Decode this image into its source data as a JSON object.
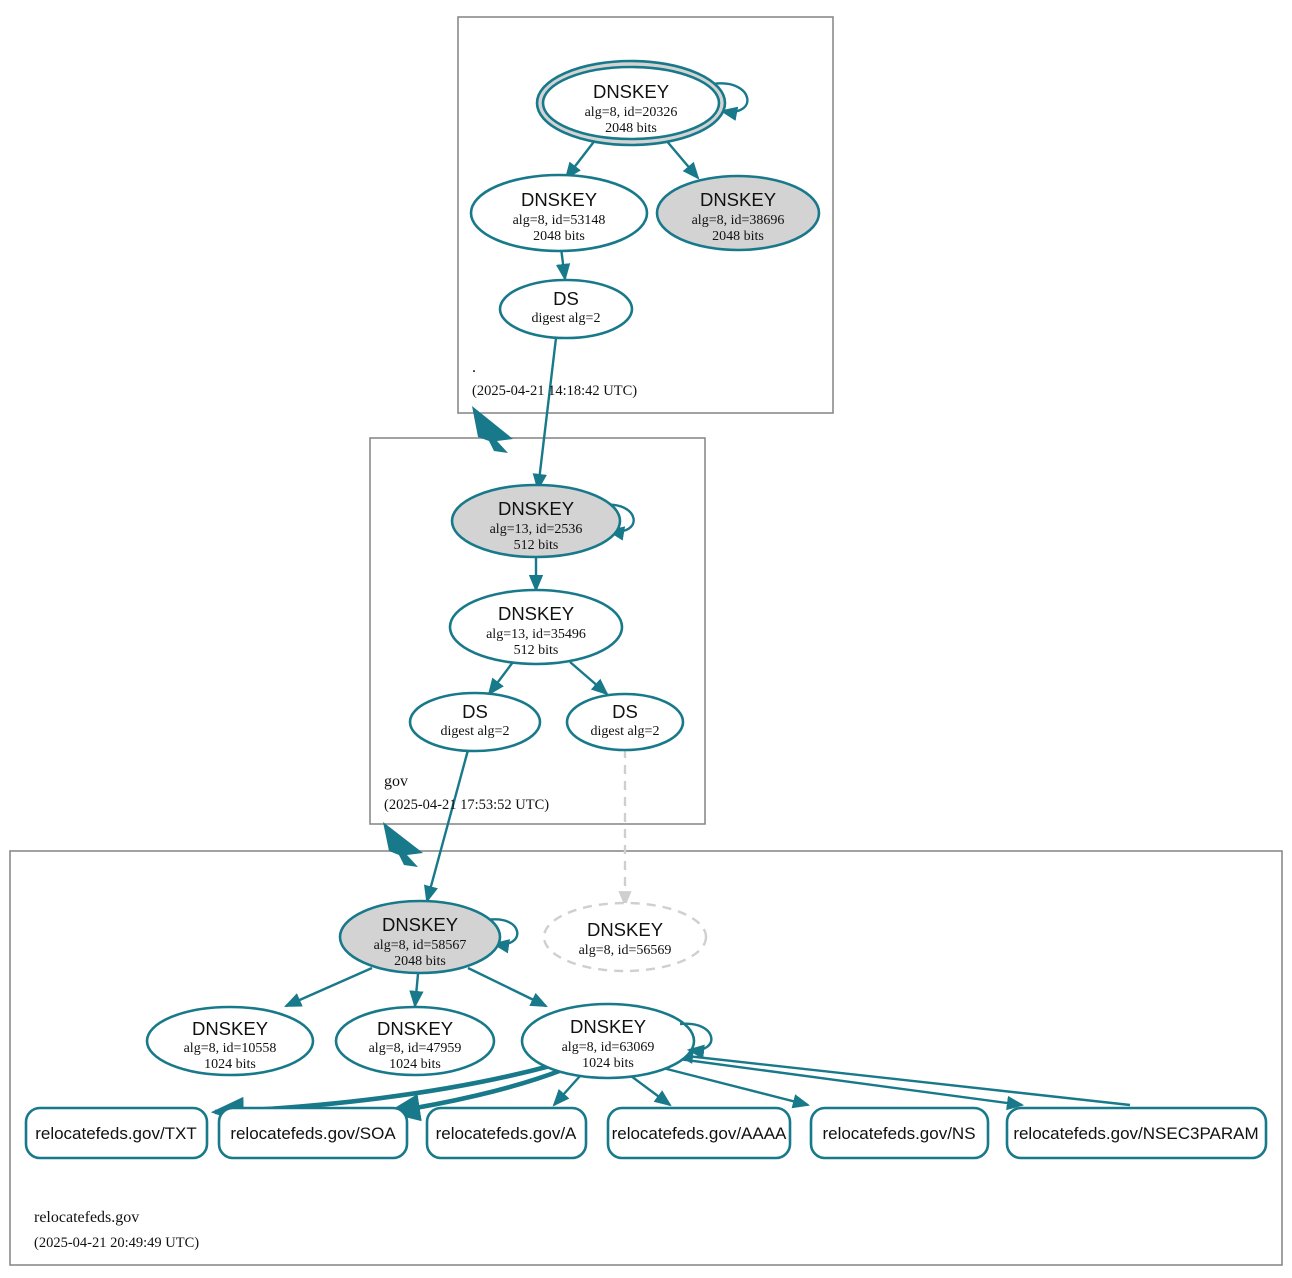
{
  "diagram": {
    "kind": "dnssec-authentication-chain",
    "colors": {
      "accent_teal": "#17798a",
      "secure_key_fill": "#d3d3d3",
      "insecure_grey": "#cfcfcf",
      "zone_border": "#8a8a8a",
      "background": "#ffffff"
    }
  },
  "zones": [
    {
      "id": "root",
      "name": ".",
      "timestamp": "(2025-04-21 14:18:42 UTC)",
      "nodes": [
        {
          "id": "r-ksk",
          "type": "DNSKEY",
          "title": "DNSKEY",
          "params": "alg=8, id=20326",
          "bits": "2048 bits",
          "style": "trust-anchor-filled"
        },
        {
          "id": "r-zsk1",
          "type": "DNSKEY",
          "title": "DNSKEY",
          "params": "alg=8, id=53148",
          "bits": "2048 bits",
          "style": "plain"
        },
        {
          "id": "r-zsk2",
          "type": "DNSKEY",
          "title": "DNSKEY",
          "params": "alg=8, id=38696",
          "bits": "2048 bits",
          "style": "filled"
        },
        {
          "id": "r-ds",
          "type": "DS",
          "title": "DS",
          "params": "digest alg=2",
          "bits": "",
          "style": "plain"
        }
      ]
    },
    {
      "id": "gov",
      "name": "gov",
      "timestamp": "(2025-04-21 17:53:52 UTC)",
      "nodes": [
        {
          "id": "g-ksk",
          "type": "DNSKEY",
          "title": "DNSKEY",
          "params": "alg=13, id=2536",
          "bits": "512 bits",
          "style": "filled"
        },
        {
          "id": "g-zsk",
          "type": "DNSKEY",
          "title": "DNSKEY",
          "params": "alg=13, id=35496",
          "bits": "512 bits",
          "style": "plain"
        },
        {
          "id": "g-ds1",
          "type": "DS",
          "title": "DS",
          "params": "digest alg=2",
          "bits": "",
          "style": "plain"
        },
        {
          "id": "g-ds2",
          "type": "DS",
          "title": "DS",
          "params": "digest alg=2",
          "bits": "",
          "style": "plain"
        }
      ]
    },
    {
      "id": "leaf",
      "name": "relocatefeds.gov",
      "timestamp": "(2025-04-21 20:49:49 UTC)",
      "nodes": [
        {
          "id": "l-ksk",
          "type": "DNSKEY",
          "title": "DNSKEY",
          "params": "alg=8, id=58567",
          "bits": "2048 bits",
          "style": "filled"
        },
        {
          "id": "l-bad",
          "type": "DNSKEY",
          "title": "DNSKEY",
          "params": "alg=8, id=56569",
          "bits": "",
          "style": "dashed-insecure"
        },
        {
          "id": "l-z1",
          "type": "DNSKEY",
          "title": "DNSKEY",
          "params": "alg=8, id=10558",
          "bits": "1024 bits",
          "style": "plain"
        },
        {
          "id": "l-z2",
          "type": "DNSKEY",
          "title": "DNSKEY",
          "params": "alg=8, id=47959",
          "bits": "1024 bits",
          "style": "plain"
        },
        {
          "id": "l-z3",
          "type": "DNSKEY",
          "title": "DNSKEY",
          "params": "alg=8, id=63069",
          "bits": "1024 bits",
          "style": "plain"
        }
      ],
      "rrsets": [
        {
          "id": "rr-txt",
          "label": "relocatefeds.gov/TXT"
        },
        {
          "id": "rr-soa",
          "label": "relocatefeds.gov/SOA"
        },
        {
          "id": "rr-a",
          "label": "relocatefeds.gov/A"
        },
        {
          "id": "rr-aaaa",
          "label": "relocatefeds.gov/AAAA"
        },
        {
          "id": "rr-ns",
          "label": "relocatefeds.gov/NS"
        },
        {
          "id": "rr-nsec3param",
          "label": "relocatefeds.gov/NSEC3PARAM"
        }
      ]
    }
  ]
}
